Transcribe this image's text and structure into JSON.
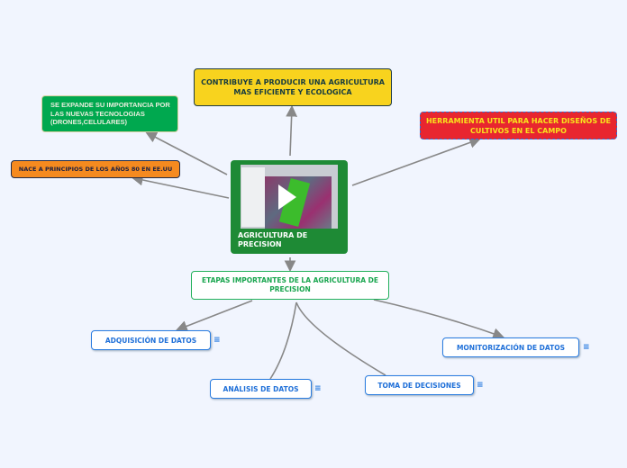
{
  "central": {
    "title": "AGRICULTURA DE PRECISION",
    "media": "video-thumbnail"
  },
  "nodes": {
    "yellow": "CONTRIBUYE A PRODUCIR UNA AGRICULTURA MAS EFICIENTE Y ECOLOGICA",
    "green": "SE EXPANDE SU IMPORTANCIA POR LAS NUEVAS TECNOLOGIAS (DRONES,CELULARES)",
    "orange": "NACE A PRINCIPIOS DE LOS AÑOS 80 EN EE.UU",
    "red": "HERRAMIENTA UTIL PARA HACER DISEÑOS DE CULTIVOS EN EL CAMPO",
    "etapas": "ETAPAS IMPORTANTES DE LA AGRICULTURA DE PRECISION"
  },
  "stages": [
    "ADQUISICIÓN DE DATOS",
    "ANÁLISIS DE DATOS",
    "TOMA DE DECISIONES",
    "MONITORIZACIÓN DE DATOS"
  ],
  "note_icon": "≡",
  "colors": {
    "bg": "#f1f5fe",
    "yellow": "#f8d31e",
    "green": "#00a84f",
    "orange": "#f58a1f",
    "red": "#e8262f",
    "central": "#1e8a35",
    "stage": "#1e6fd8"
  }
}
